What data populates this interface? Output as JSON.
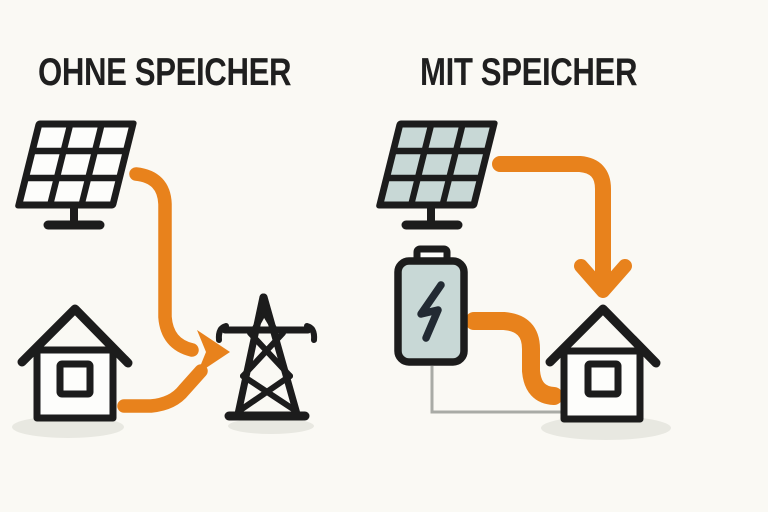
{
  "titles": {
    "left": "OHNE SPEICHER",
    "right": "MIT SPEICHER"
  },
  "diagram": {
    "type": "infographic-comparison",
    "left_section": {
      "title": "OHNE SPEICHER",
      "elements": [
        "solar-panel-icon",
        "house-icon",
        "grid-tower-icon"
      ],
      "flows": [
        {
          "from": "solar-panel",
          "to": "grid-tower",
          "color": "#E8821C"
        },
        {
          "from": "house",
          "to": "grid-tower",
          "color": "#E8821C"
        }
      ]
    },
    "right_section": {
      "title": "MIT SPEICHER",
      "elements": [
        "solar-panel-icon",
        "battery-icon",
        "lightning-bolt-icon",
        "house-icon"
      ],
      "flows": [
        {
          "from": "solar-panel",
          "to": "house",
          "color": "#E8821C"
        },
        {
          "from": "battery",
          "to": "house",
          "color": "#E8821C"
        },
        {
          "from": "battery",
          "to": "house",
          "color": "#A9ABA6",
          "style": "thin-wire"
        }
      ]
    }
  },
  "colors": {
    "bg": "#FAF9F4",
    "ink": "#1C1C1C",
    "title": "#1F1F1F",
    "orange": "#E8821C",
    "cell": "#C8D8D6",
    "battery": "#C8D8D6",
    "bolt": "#222A33",
    "shadow": "#E8E8E1",
    "wire": "#A9ABA6",
    "house": "#FDFDFB"
  }
}
